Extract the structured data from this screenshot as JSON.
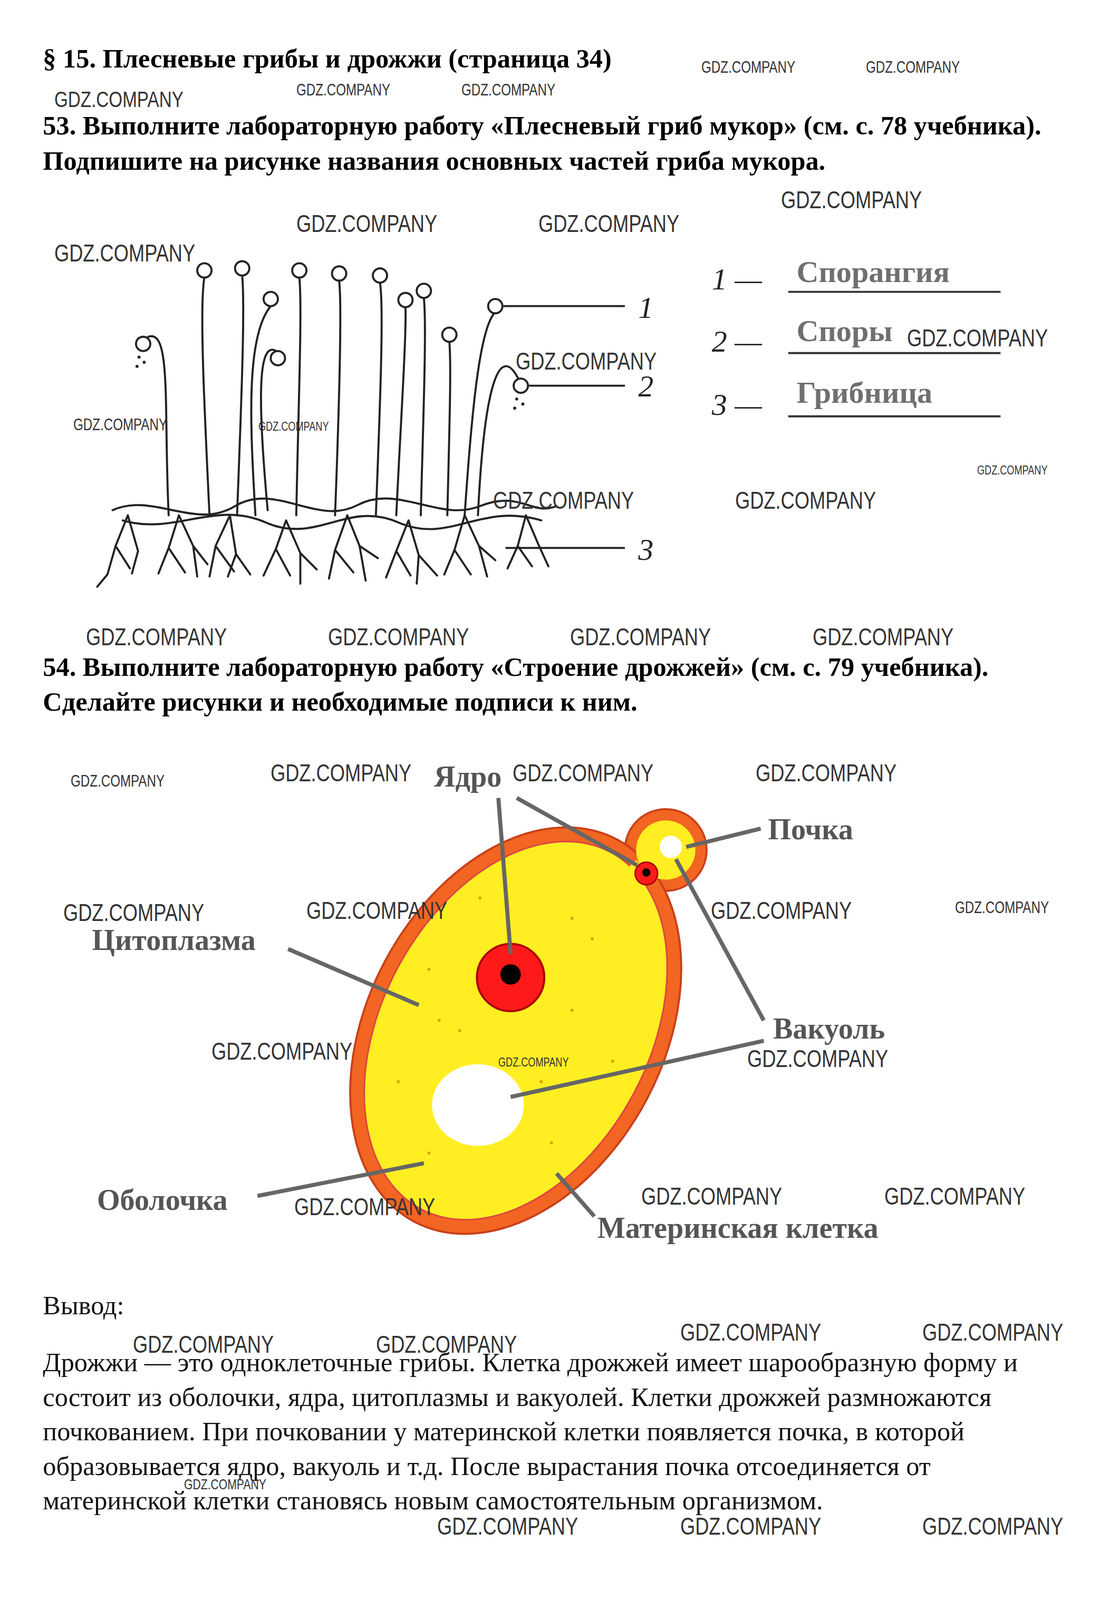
{
  "diagram": {
    "title": "§ 15. Плесневые грибы и дрожжи (страница 34)",
    "labels": [
      "53. Выполните лабораторную работу «Плесневый гриб мукор» (см. с. 78 учебника). Подпишите на рисунке названия основных частей гриба мукора.",
      "1",
      "2",
      "3",
      "1 —",
      "Спорангия",
      "2 —",
      "Споры",
      "3 —",
      "Грибница",
      "54. Выполните лабораторную работу «Строение дрожжей» (см. с. 79 учебника). Сделайте рисунки и необходимые подписи к ним.",
      "Ядро",
      "Почка",
      "Цитоплазма",
      "Вакуоль",
      "Оболочка",
      "Материнская клетка",
      "Вывод:",
      "Дрожжи — это одноклеточные грибы. Клетка дрожжей имеет шарообразную форму и состоит из оболочки, ядра, цитоплазмы и вакуолей. Клетки дрожжей размножаются почкованием. При почковании у материнской клетки появляется почка, в которой образовывается ядро, вакуоль и т.д. После вырастания почка отсоединяется от материнской клетки становясь новым самостоятельным организмом.",
      "GDZ.COMPANY",
      "GDZ.COMPANY",
      "GDZ.COMPANY",
      "GDZ.COMPANY",
      "GDZ.COMPANY",
      "GDZ.COMPANY",
      "GDZ.COMPANY",
      "GDZ.COMPANY",
      "GDZ.COMPANY",
      "GDZ.COMPANY",
      "GDZ.COMPANY",
      "GDZ.COMPANY",
      "GDZ.COMPANY",
      "GDZ.COMPANY",
      "GDZ.COMPANY",
      "GDZ.COMPANY",
      "GDZ.COMPANY",
      "GDZ.COMPANY",
      "GDZ.COMPANY",
      "GDZ.COMPANY",
      "GDZ.COMPANY",
      "GDZ.COMPANY",
      "GDZ.COMPANY",
      "GDZ.COMPANY",
      "GDZ.COMPANY",
      "GDZ.COMPANY",
      "GDZ.COMPANY",
      "GDZ.COMPANY",
      "GDZ.COMPANY",
      "GDZ.COMPANY",
      "GDZ.COMPANY",
      "GDZ.COMPANY",
      "GDZ.COMPANY",
      "GDZ.COMPANY",
      "GDZ.COMPANY",
      "GDZ.COMPANY",
      "GDZ.COMPANY",
      "GDZ.COMPANY",
      "GDZ.COMPANY",
      "GDZ.COMPANY",
      "GDZ.COMPANY",
      "GDZ.COMPANY"
    ]
  }
}
